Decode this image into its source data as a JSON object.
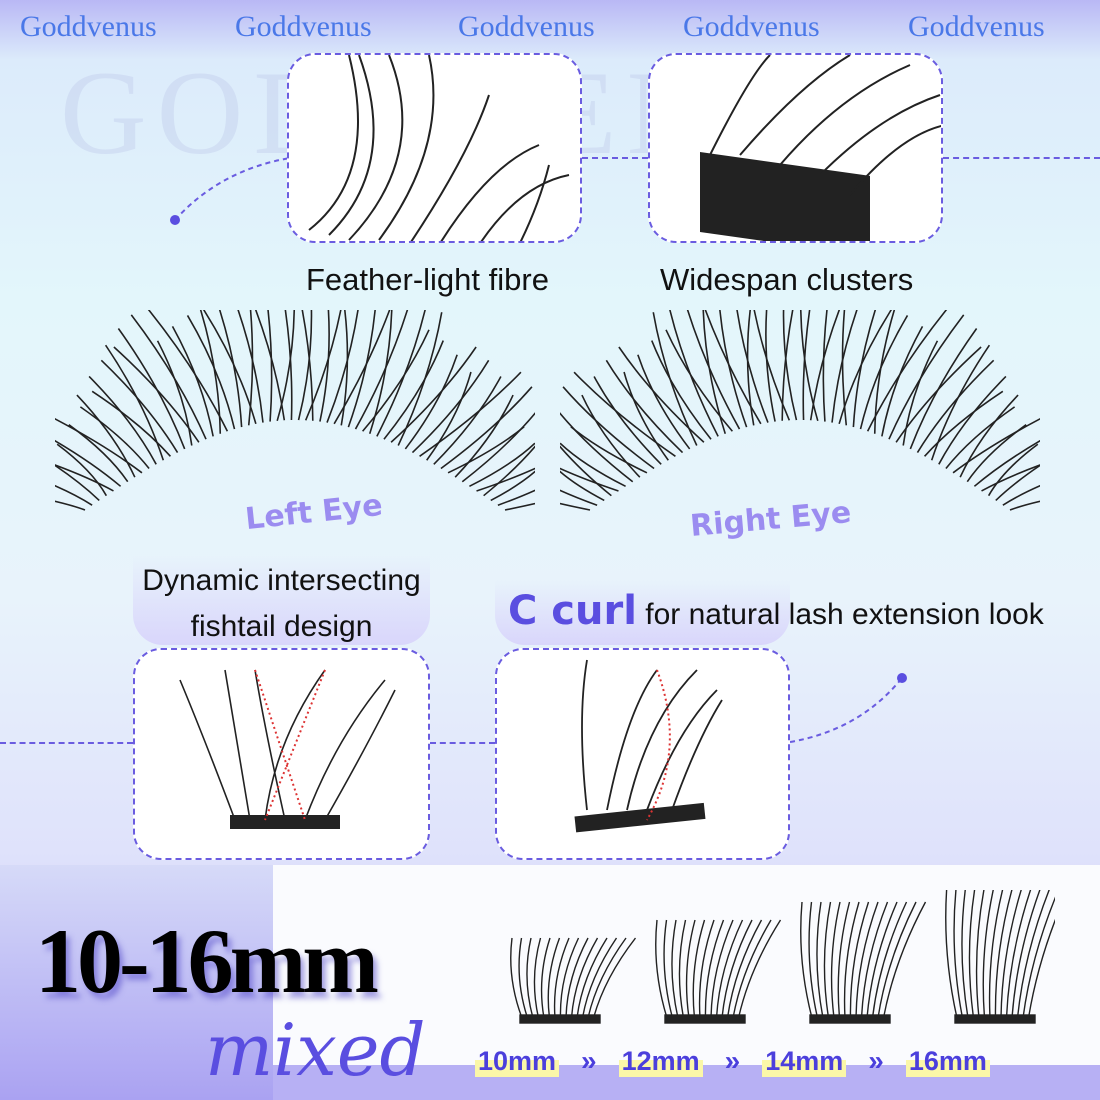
{
  "brand": {
    "name": "Goddvenus",
    "repeats": [
      "Goddvenus",
      "Goddvenus",
      "Goddvenus",
      "Goddvenus",
      "Goddvenus"
    ],
    "watermark": "GODDVENUS"
  },
  "features": {
    "top_left": "Feather-light fibre",
    "top_right": "Widespan clusters",
    "left_eye": "Left Eye",
    "right_eye": "Right Eye",
    "fishtail_line1": "Dynamic intersecting",
    "fishtail_line2": "fishtail design",
    "curl_bold": "C curl",
    "curl_rest": " for natural lash extension look"
  },
  "lengths": {
    "headline": "10-16mm",
    "script": "mixed",
    "sizes": [
      "10mm",
      "12mm",
      "14mm",
      "16mm"
    ],
    "arrow": "»"
  },
  "colors": {
    "accent": "#5a4ee0",
    "brand": "#4a78e8",
    "highlight": "#fbf7a8"
  }
}
